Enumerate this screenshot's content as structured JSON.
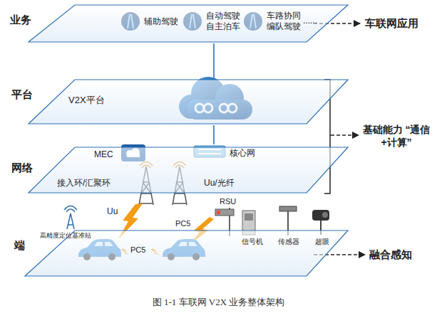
{
  "diagram": {
    "caption": "图 1-1 车联网 V2X 业务整体架构",
    "nodes": [
      {
        "text": [
          "业务"
        ]
      },
      {
        "text": [
          "辅助驾驶"
        ],
        "in": 0
      },
      {
        "text": [
          "自动驾驶 自主泊车"
        ],
        "in": 0
      },
      {
        "text": [
          "车路协同 编队驾驶"
        ],
        "in": 0
      },
      {
        "text": [
          "平台",
          "V2X平台"
        ]
      },
      {
        "text": [
          "网络",
          "接入环/汇聚环",
          "Uu/光纤"
        ]
      },
      {
        "text": [
          "MEC"
        ],
        "in": 5
      },
      {
        "text": [
          "核心网"
        ],
        "in": 5
      },
      {
        "text": [
          "端"
        ]
      },
      {
        "text": [
          "高精度定位基准站"
        ],
        "in": 8
      },
      {
        "text": [
          "RSU"
        ]
      },
      {
        "text": [
          "信号机"
        ],
        "in": 8
      },
      {
        "text": [
          "传感器"
        ],
        "in": 8
      },
      {
        "text": [
          "超眼"
        ],
        "in": 8
      }
    ],
    "edges": [
      {
        "from": 4,
        "to": 0,
        "arrow": "none"
      },
      {
        "from": 4,
        "to": 5,
        "arrow": "none"
      }
    ],
    "labels": [
      "......",
      "Uu",
      "PC5",
      "PC5",
      "车联网应用",
      "基础能力 “通信+计算”",
      "融合感知"
    ]
  }
}
